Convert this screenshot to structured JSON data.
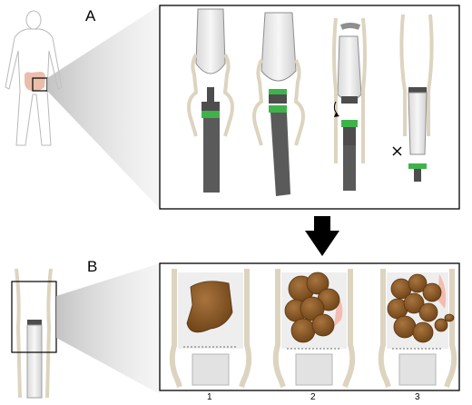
{
  "panels": {
    "a_label": "A",
    "b_label": "B"
  },
  "steps": [
    "1",
    "2",
    "3"
  ],
  "colors": {
    "skin": "#e8b7a2",
    "bowel_wall": "#ddd4c0",
    "device_grey": "#4d4d4d",
    "green_band": "#3fb34a",
    "stool_brown": "#8b5a2b",
    "pink_lumen": "#f2b7a8"
  },
  "icons": [
    "human-body-icon",
    "scissors-icon",
    "down-arrow-icon"
  ]
}
